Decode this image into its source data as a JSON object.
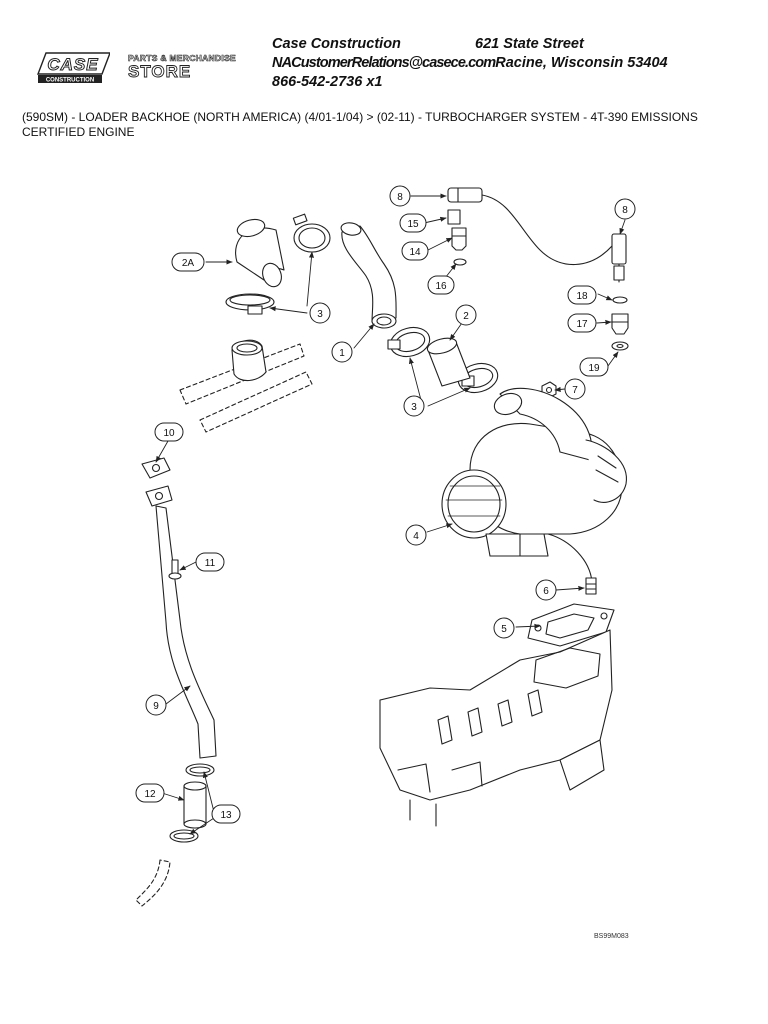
{
  "header": {
    "logo_text": "CASE",
    "logo_subtext": "CONSTRUCTION",
    "store_top": "PARTS & MERCHANDISE",
    "store_word": "STORE",
    "company": "Case Construction",
    "street": "621 State Street",
    "email": "NACustomerRelations@casece.com",
    "city": "Racine, Wisconsin 53404",
    "phone": "866-542-2736 x1"
  },
  "breadcrumb": "(590SM) - LOADER BACKHOE (NORTH AMERICA) (4/01-1/04) > (02-11) - TURBOCHARGER SYSTEM - 4T-390 EMISSIONS CERTIFIED ENGINE",
  "diagram": {
    "callouts": {
      "c1": "1",
      "c2": "2",
      "c2a": "2A",
      "c3a": "3",
      "c3b": "3",
      "c4": "4",
      "c5": "5",
      "c6": "6",
      "c7": "7",
      "c8a": "8",
      "c8b": "8",
      "c9": "9",
      "c10": "10",
      "c11": "11",
      "c12": "12",
      "c13": "13",
      "c14": "14",
      "c15": "15",
      "c16": "16",
      "c17": "17",
      "c18": "18",
      "c19": "19"
    },
    "figure_ref": "BS99M083"
  }
}
